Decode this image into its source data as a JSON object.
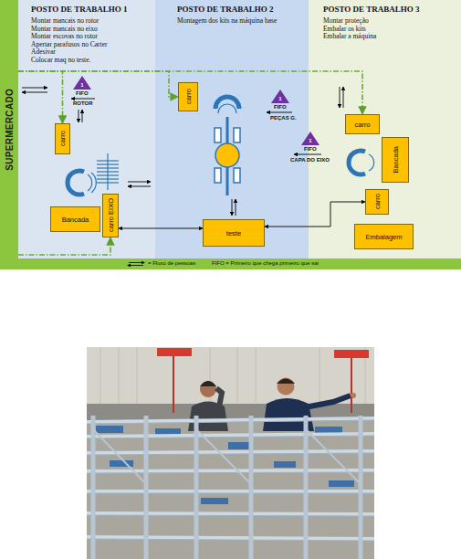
{
  "diagram": {
    "nodes": [
      {
        "text": [
          "SUPERMERCADO"
        ]
      },
      {
        "text": [
          "POSTO DE TRABALHO 1",
          "Montar mancais no rotor",
          "Montar mancais no eixo",
          "Montar escovas no rotor",
          "Apertar parafusos no Carter",
          "Adesivar",
          "Colocar maq no teste."
        ]
      },
      {
        "text": [
          "POSTO DE TRABALHO 2",
          "Montagem dos kits na máquina base"
        ]
      },
      {
        "text": [
          "POSTO DE TRABALHO 3",
          "Montar proteção",
          "Embalar os kits",
          "Embalar a máquina"
        ]
      },
      {
        "text": [
          "carro"
        ],
        "in": 1
      },
      {
        "text": [
          "1"
        ],
        "in": 1
      },
      {
        "text": [
          "Bancada"
        ],
        "in": 1
      },
      {
        "text": [
          "carro EIXO"
        ],
        "in": 1
      },
      {
        "text": [
          "carro"
        ],
        "in": 2
      },
      {
        "text": [
          "1"
        ],
        "in": 2
      },
      {
        "text": [
          "1"
        ],
        "in": 2
      },
      {
        "text": [
          "teste"
        ],
        "in": 2
      },
      {
        "text": [
          "carro"
        ],
        "in": 3
      },
      {
        "text": [
          "Bancada"
        ],
        "in": 3
      },
      {
        "text": [
          "carro"
        ],
        "in": 3
      },
      {
        "text": [
          "Embalagem"
        ],
        "in": 3
      }
    ],
    "edges": [
      {
        "from": 0,
        "to": 4,
        "arrow": "to"
      },
      {
        "from": 0,
        "to": 8,
        "arrow": "to"
      },
      {
        "from": 0,
        "to": 12,
        "arrow": "to"
      },
      {
        "from": 0,
        "to": 7,
        "arrow": "to"
      },
      {
        "from": 7,
        "to": 11,
        "arrow": "both"
      },
      {
        "from": 11,
        "to": 14,
        "arrow": "both"
      }
    ],
    "labels": [
      "FIFO",
      "ROTOR",
      "FIFO",
      "PEÇAS G.",
      "FIFO",
      "CAPA DO EIXO",
      "FIFO = Primeiro que chega primeiro que sai"
    ],
    "legend": [
      {
        "text": "= Fluxo de pessoas"
      }
    ]
  }
}
